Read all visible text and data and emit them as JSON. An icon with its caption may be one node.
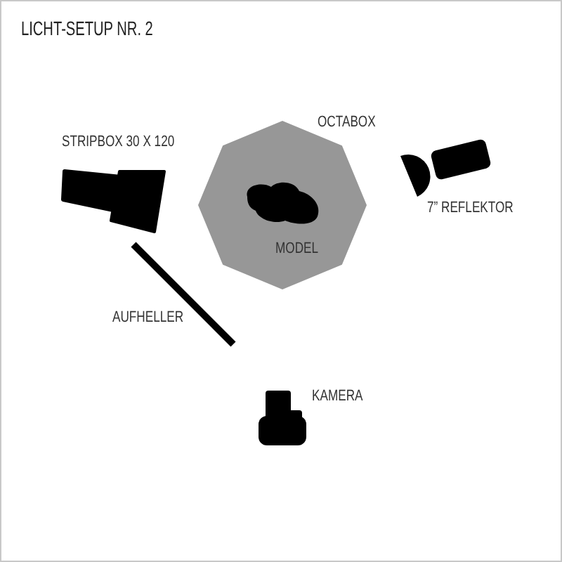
{
  "diagram": {
    "title": "LICHT-SETUP NR. 2",
    "nodes": [
      {
        "text": [
          "OCTABOX"
        ]
      },
      {
        "text": [
          "MODEL"
        ],
        "in": 0
      },
      {
        "text": [
          "STRIPBOX 30 X 120"
        ]
      },
      {
        "text": [
          "7” REFLEKTOR"
        ]
      },
      {
        "text": [
          "AUFHELLER"
        ]
      },
      {
        "text": [
          "KAMERA"
        ]
      }
    ]
  }
}
